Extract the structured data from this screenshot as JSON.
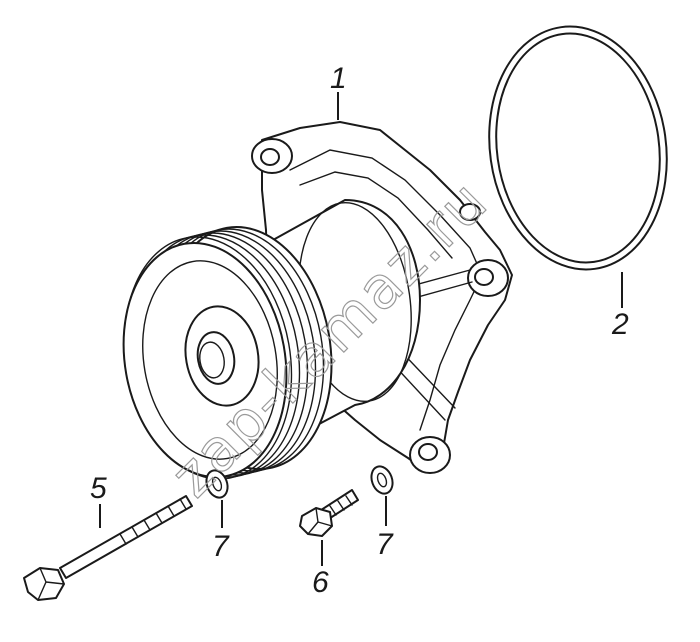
{
  "watermark": {
    "text": "zap-kamaz.ru",
    "color": "#9a9a9a"
  },
  "callouts": [
    {
      "id": "1",
      "text": "1"
    },
    {
      "id": "2",
      "text": "2"
    },
    {
      "id": "5",
      "text": "5"
    },
    {
      "id": "6",
      "text": "6"
    },
    {
      "id": "7a",
      "text": "7"
    },
    {
      "id": "7b",
      "text": "7"
    }
  ],
  "colors": {
    "line": "#1a1a1a",
    "background": "#ffffff"
  }
}
